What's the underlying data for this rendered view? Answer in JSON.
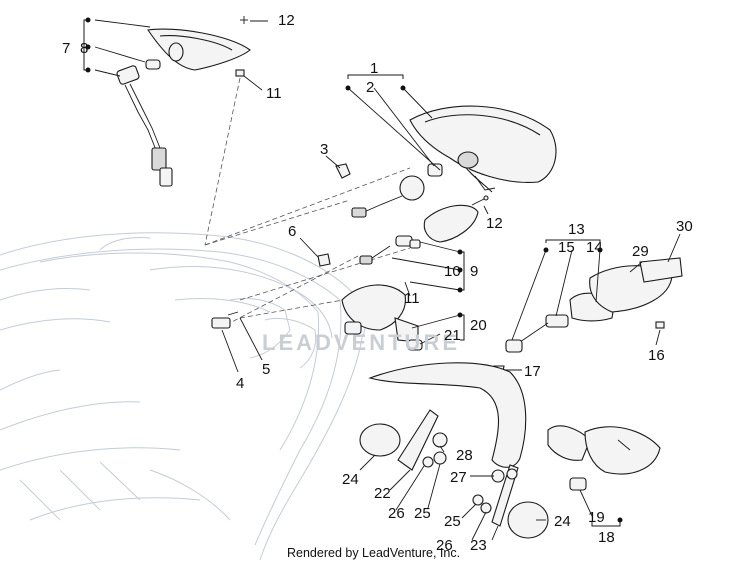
{
  "credit": "Rendered by LeadVenture, Inc.",
  "watermark": "LEADVENTURE",
  "callouts": {
    "c1": "1",
    "c2": "2",
    "c3": "3",
    "c4": "4",
    "c5": "5",
    "c6": "6",
    "c7": "7",
    "c8": "8",
    "c9": "9",
    "c10": "10",
    "c11a": "11",
    "c11b": "11",
    "c12a": "12",
    "c12b": "12",
    "c13": "13",
    "c14": "14",
    "c15": "15",
    "c16": "16",
    "c17": "17",
    "c18": "18",
    "c19": "19",
    "c20": "20",
    "c21": "21",
    "c22": "22",
    "c23": "23",
    "c24a": "24",
    "c24b": "24",
    "c25a": "25",
    "c25b": "25",
    "c26a": "26",
    "c26b": "26",
    "c27": "27",
    "c28": "28",
    "c29": "29",
    "c30": "30"
  }
}
